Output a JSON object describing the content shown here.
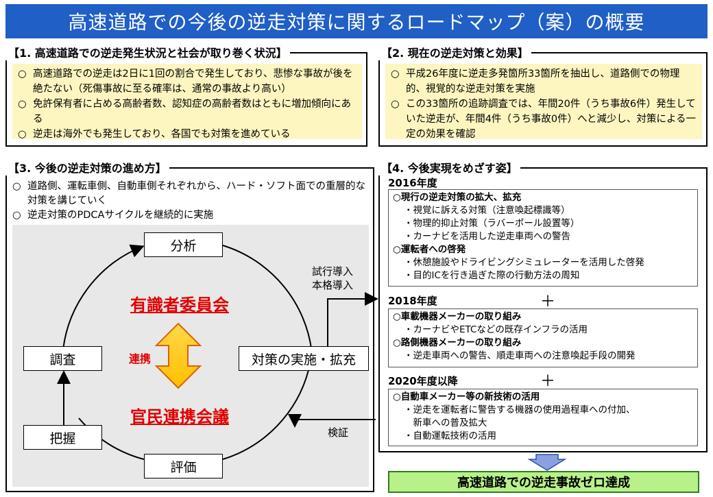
{
  "title": "高速道路での今後の逆走対策に関するロードマップ（案）の概要",
  "section1": {
    "heading": "【1. 高速道路での逆走発生状況と社会が取り巻く状況】",
    "items": [
      "高速道路での逆走は2日に1回の割合で発生しており、悲惨な事故が後を絶たない（死傷事故に至る確率は、通常の事故より高い）",
      "免許保有者に占める高齢者数、認知症の高齢者数はともに増加傾向にある",
      "逆走は海外でも発生しており、各国でも対策を進めている"
    ]
  },
  "section2": {
    "heading": "【2. 現在の逆走対策と効果】",
    "items": [
      "平成26年度に逆走多発箇所33箇所を抽出し、道路側での物理的、視覚的な逆走対策を実施",
      "この33箇所の追跡調査では、年間20件（うち事故6件）発生していた逆走が、年間4件（うち事故0件）へと減少し、対策による一定の効果を確認"
    ]
  },
  "section3": {
    "heading": "【3. 今後の逆走対策の進め方】",
    "items": [
      "道路側、運転車側、自動車側それぞれから、ハード・ソフト面での重層的な対策を講じていく",
      "逆走対策のPDCAサイクルを継続的に実施"
    ],
    "cycle": {
      "analysis": "分析",
      "implement": "対策の実施・拡充",
      "evaluate": "評価",
      "grasp": "把握",
      "survey": "調査",
      "committee": "有識者委員会",
      "council": "官民連携会議",
      "link_label": "連携",
      "trial": "試行導入",
      "full": "本格導入",
      "verify": "検証"
    }
  },
  "section4": {
    "heading": "【4. 今後実現をめざす姿】",
    "year1": "2016年度",
    "block1": {
      "h1": "現行の逆走対策の拡大、拡充",
      "s1": [
        "・視覚に訴える対策（注意喚起標識等）",
        "・物理的抑止対策（ラバーポール設置等）",
        "・カーナビを活用した逆走車両への警告"
      ],
      "h2": "運転者への啓発",
      "s2": [
        "・休憩施設やドライビングシミュレーターを活用した啓発",
        "・目的ICを行き過ぎた際の行動方法の周知"
      ]
    },
    "year2": "2018年度",
    "block2": {
      "h1": "車載機器メーカーの取り組み",
      "s1": [
        "・カーナビやETCなどの既存インフラの活用"
      ],
      "h2": "路側機器メーカーの取り組み",
      "s2": [
        "・逆走車両への警告、順走車両への注意喚起手段の開発"
      ]
    },
    "year3": "2020年度以降",
    "block3": {
      "h1": "自動車メーカー等の新技術の活用",
      "s1": [
        "・逆走を運転者に警告する機器の使用過程車への付加、",
        "　新車への普及拡大",
        "・自動運転技術の活用"
      ]
    },
    "plus": "＋",
    "goal": "高速道路での逆走事故ゼロ達成"
  },
  "bullet": "○"
}
